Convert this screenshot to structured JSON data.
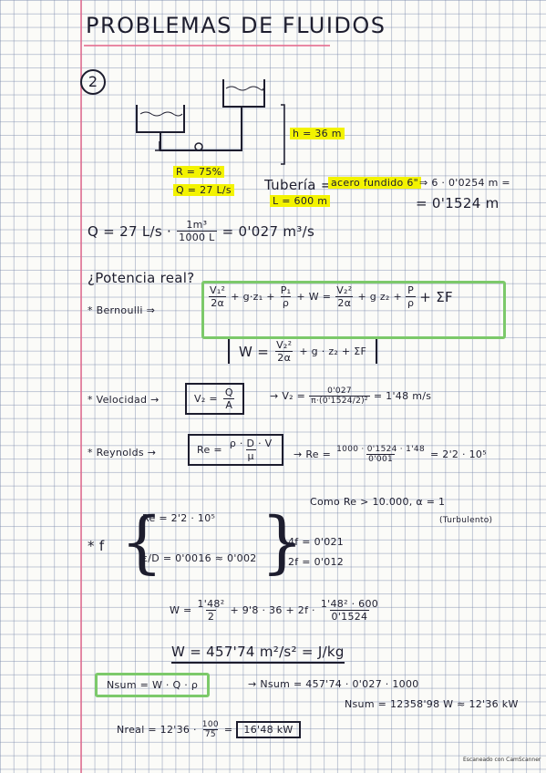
{
  "title": "PROBLEMAS DE FLUIDOS",
  "problem_number": "2",
  "diagram": {
    "height_label": "h = 36 m"
  },
  "data_block": {
    "efficiency": "R = 75%",
    "flow": "Q = 27 L/s",
    "pipe_label": "Tubería =",
    "pipe_material": "acero fundido 6\"",
    "pipe_diameter_calc": "⇒ 6 · 0'0254 m =",
    "pipe_diameter_result": "= 0'1524 m",
    "length": "L = 600 m"
  },
  "flow_conversion": {
    "lhs": "Q = 27 L/s ·",
    "num": "1m³",
    "den": "1000 L",
    "result": "= 0'027 m³/s"
  },
  "question": "¿Potencia real?",
  "bernoulli": {
    "label": "* Bernoulli ⇒",
    "t1_num": "V₁²",
    "t1_den": "2α",
    "plus1": "+ g·z₁ +",
    "t2_num": "P₁",
    "t2_den": "ρ",
    "plus2": "+ W =",
    "t3_num": "V₂²",
    "t3_den": "2α",
    "plus3": "+ g z₂ +",
    "t4_num": "P",
    "t4_den": "ρ",
    "tail": "+ ΣF"
  },
  "work_eq": {
    "lhs": "W =",
    "num": "V₂²",
    "den": "2α",
    "tail": "+ g · z₂ + ΣF"
  },
  "velocity": {
    "label": "* Velocidad →",
    "box_lhs": "V₂ =",
    "box_num": "Q",
    "box_den": "A",
    "arrow": "→ V₂ =",
    "num": "0'027",
    "den": "π·(0'1524/2)²",
    "result": "= 1'48 m/s"
  },
  "reynolds": {
    "label": "* Reynolds →",
    "box_lhs": "Re =",
    "box_num": "ρ · D · V",
    "box_den": "μ",
    "arrow": "→ Re =",
    "num": "1000 · 0'1524 · 1'48",
    "den": "0'001",
    "result": "= 2'2 · 10⁵",
    "conclusion": "Como Re > 10.000, α = 1",
    "regime": "(Turbulento)"
  },
  "friction": {
    "label": "* f",
    "re_line": "Re = 2'2 · 10⁵",
    "eps_line": "ε/D = 0'0016 ≈ 0'002",
    "res1": "4f = 0'021",
    "res2": "2f = 0'012"
  },
  "w_calc": {
    "lhs": "W =",
    "n1": "1'48²",
    "d1": "2",
    "mid": "+ 9'8 · 36 + 2f ·",
    "n2": "1'48² · 600",
    "d2": "0'1524"
  },
  "w_result": "W = 457'74 m²/s² = J/kg",
  "power": {
    "box": "Nsum = W · Q · ρ",
    "arrow": "→ Nsum = 457'74 · 0'027 · 1000",
    "result": "Nsum = 12358'98 W ≈ 12'36 kW",
    "real_lhs": "Nreal = 12'36 ·",
    "real_num": "100",
    "real_den": "75",
    "real_eq": "=",
    "real_result": "16'48 kW"
  },
  "footer": "Escaneado con CamScanner"
}
